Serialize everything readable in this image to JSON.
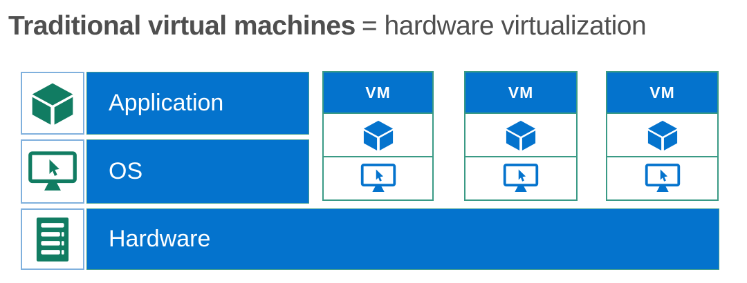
{
  "title": {
    "bold": "Traditional virtual machines",
    "regular": "= hardware virtualization"
  },
  "layers": [
    {
      "label": "Application",
      "icon": "cube-icon"
    },
    {
      "label": "OS",
      "icon": "monitor-cursor-icon"
    },
    {
      "label": "Hardware",
      "icon": "server-icon"
    }
  ],
  "vms": [
    {
      "label": "VM",
      "icons": [
        "cube-icon",
        "monitor-cursor-icon"
      ]
    },
    {
      "label": "VM",
      "icons": [
        "cube-icon",
        "monitor-cursor-icon"
      ]
    },
    {
      "label": "VM",
      "icons": [
        "cube-icon",
        "monitor-cursor-icon"
      ]
    }
  ],
  "colors": {
    "bar_blue": "#0473cd",
    "icon_green": "#117c62",
    "box_border_green": "#3a9a85",
    "icon_box_border_blue": "#7fb0dd",
    "title_gray": "#4f4f4f",
    "text_white": "#ffffff"
  }
}
